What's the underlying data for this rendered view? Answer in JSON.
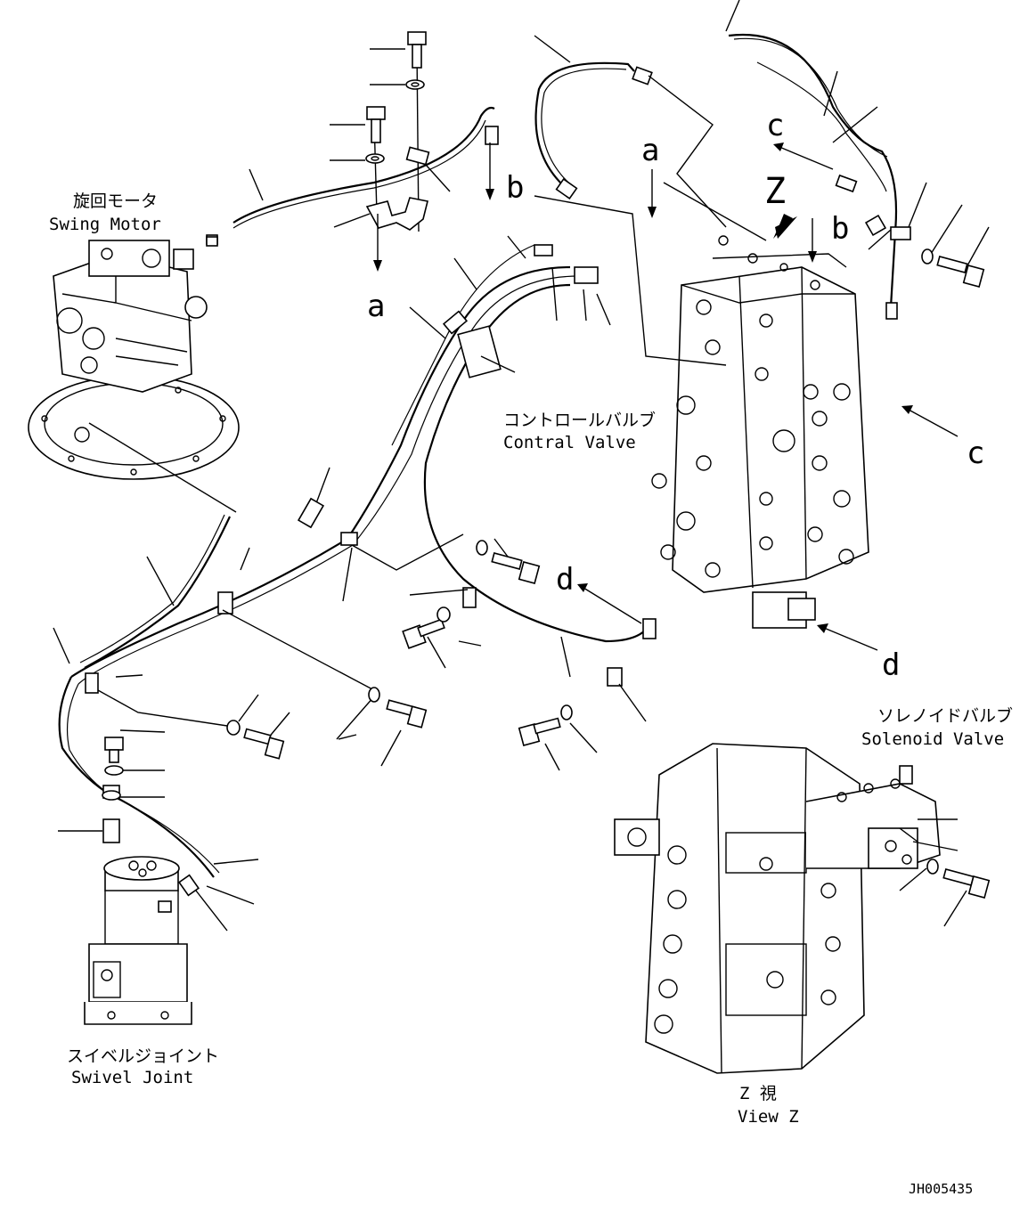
{
  "labels": {
    "swing_motor_jp": "旋回モータ",
    "swing_motor_en": "Swing Motor",
    "control_valve_jp": "コントロールバルブ",
    "control_valve_en": "Contral Valve",
    "solenoid_valve_jp": "ソレノイドバルブ",
    "solenoid_valve_en": "Solenoid Valve",
    "swivel_joint_jp": "スイベルジョイント",
    "swivel_joint_en": "Swivel Joint",
    "view_z_jp": "Z 視",
    "view_z_en": "View Z",
    "drawing_no": "JH005435"
  },
  "connection_refs": {
    "a_left": "a",
    "a_top": "a",
    "b_top": "b",
    "b_right": "b",
    "c_top": "c",
    "c_right": "c",
    "d_mid": "d",
    "d_right": "d",
    "z_view": "Z"
  }
}
